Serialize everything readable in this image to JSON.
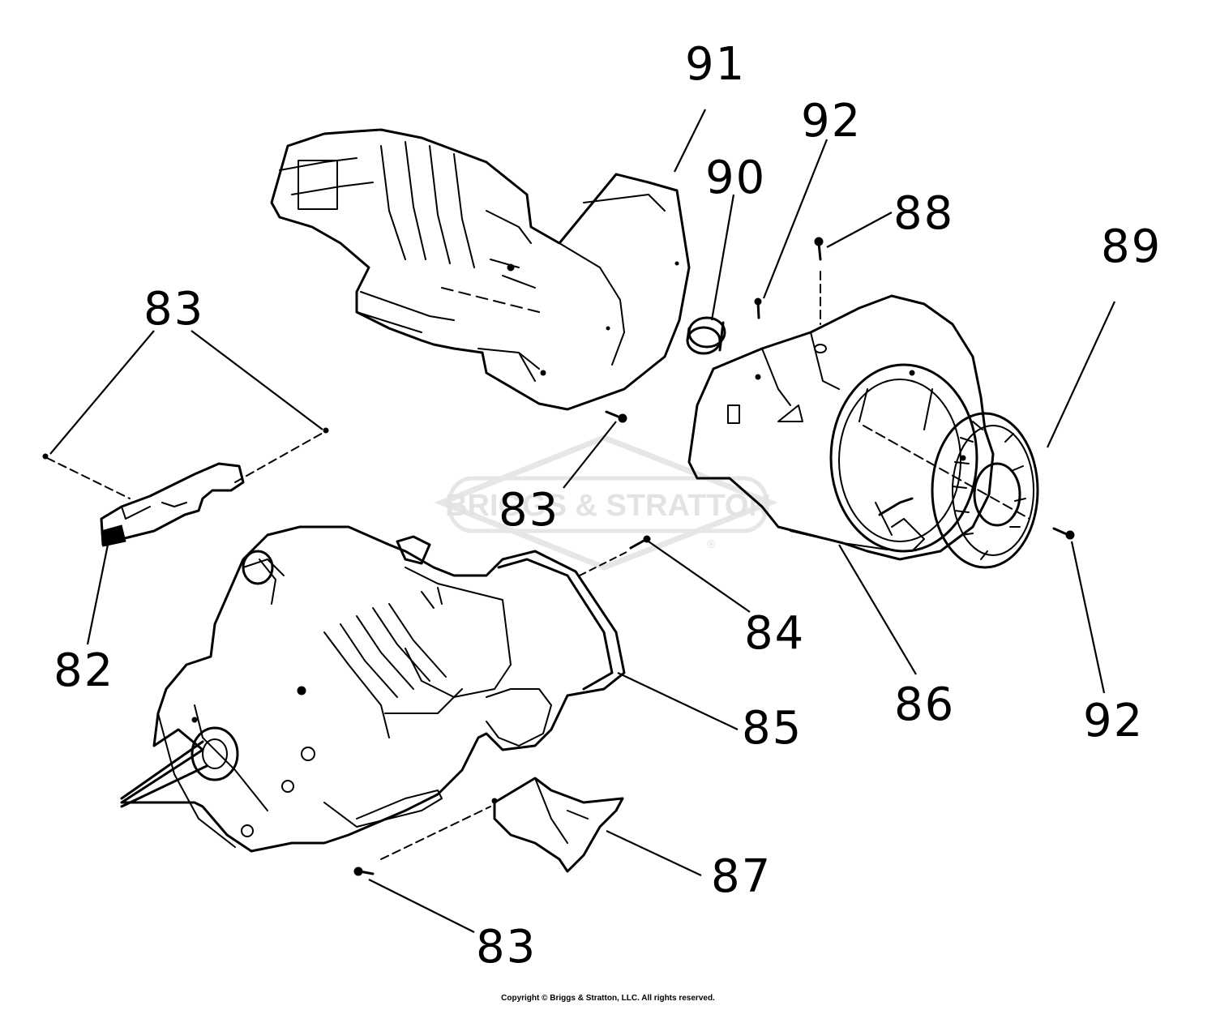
{
  "watermark": {
    "brand_text": "BRIGGS & STRATTON",
    "registered_mark": "®"
  },
  "callouts": {
    "label_91": "91",
    "label_92_top": "92",
    "label_90": "90",
    "label_88": "88",
    "label_89": "89",
    "label_83_left": "83",
    "label_83_middle": "83",
    "label_82": "82",
    "label_84": "84",
    "label_85": "85",
    "label_86": "86",
    "label_92_bottom": "92",
    "label_87": "87",
    "label_83_bottom": "83"
  },
  "footer": {
    "copyright": "Copyright © Briggs & Stratton, LLC. All rights reserved."
  }
}
